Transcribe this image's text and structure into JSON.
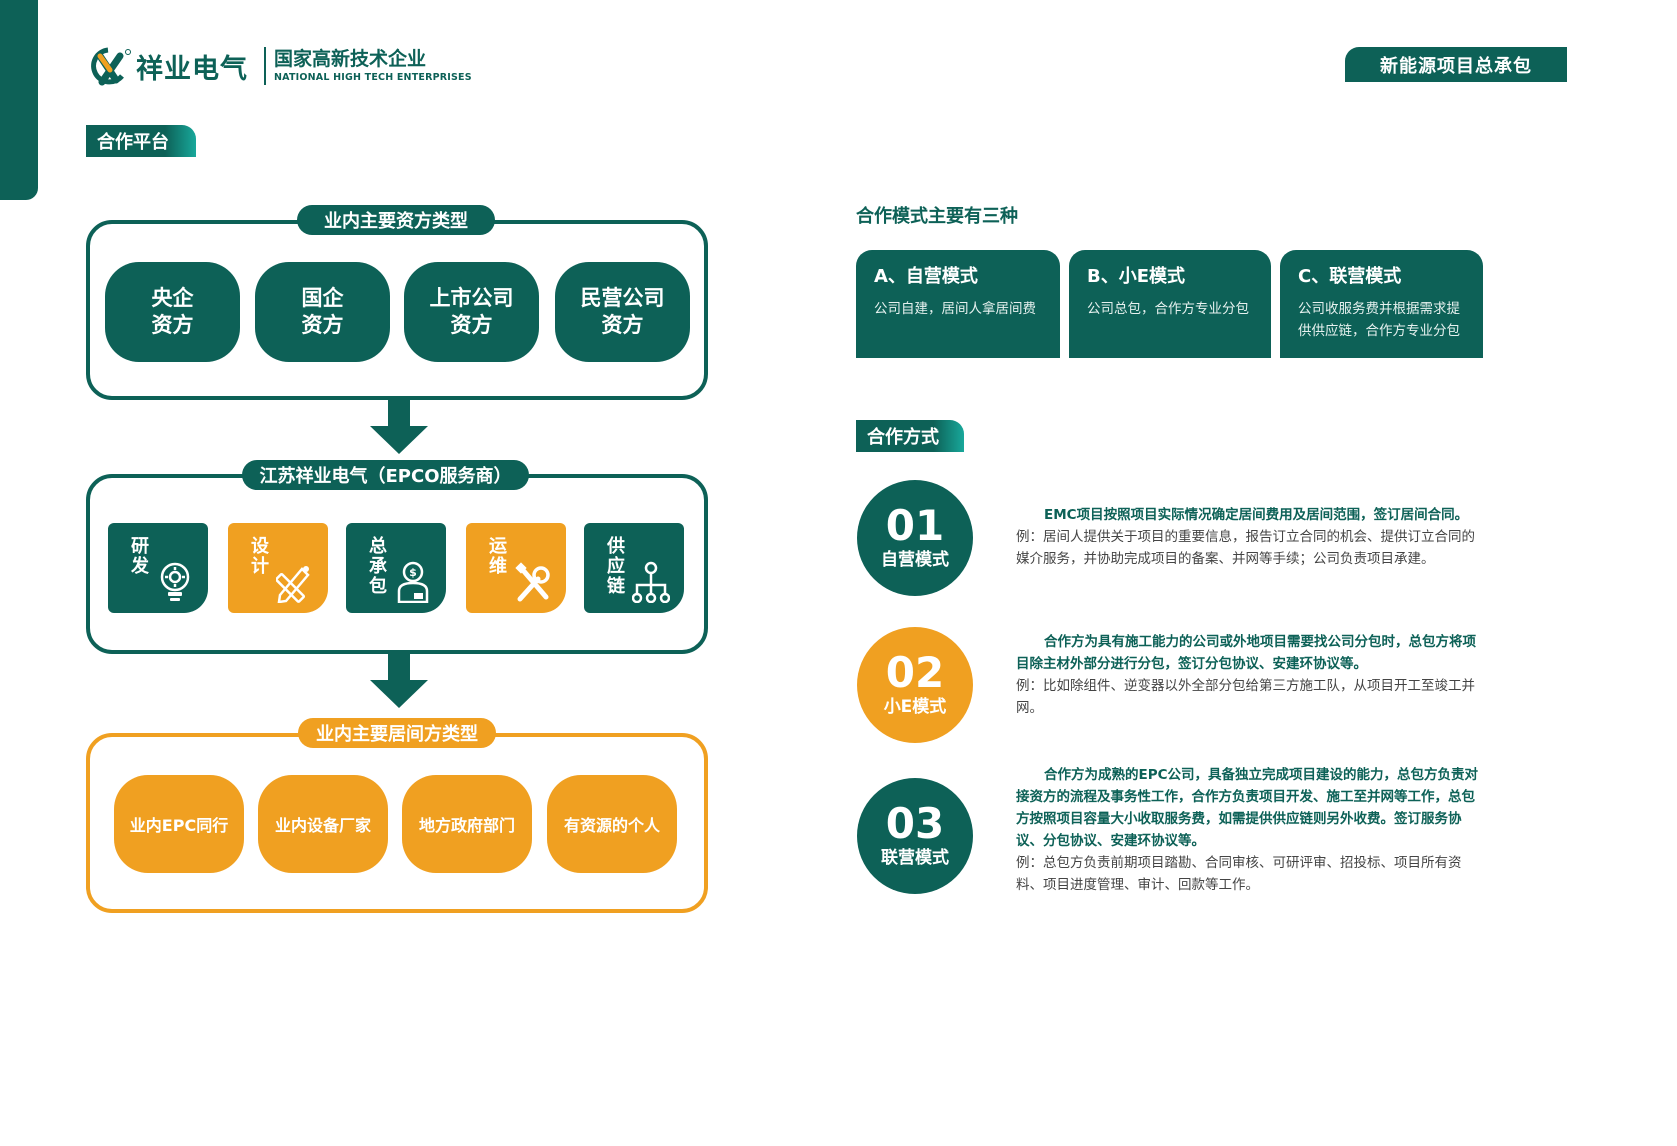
{
  "brand": {
    "name": "祥业电气",
    "tagline_cn": "国家高新技术企业",
    "tagline_en": "NATIONAL HIGH TECH ENTERPRISES"
  },
  "header_tab": "新能源项目总承包",
  "section_platform": "合作平台",
  "investor": {
    "label": "业内主要资方类型",
    "items": [
      "央企\n资方",
      "国企\n资方",
      "上市公司\n资方",
      "民营公司\n资方"
    ]
  },
  "provider": {
    "label": "江苏祥业电气（EPCO服务商）",
    "services": [
      {
        "text": "研发",
        "icon": "lightbulb-gear-icon"
      },
      {
        "text": "设计",
        "icon": "pencil-ruler-icon"
      },
      {
        "text": "总承包",
        "icon": "person-money-icon"
      },
      {
        "text": "运维",
        "icon": "wrench-screwdriver-icon"
      },
      {
        "text": "供应链",
        "icon": "network-tree-icon"
      }
    ]
  },
  "owner": {
    "label": "业内主要居间方类型",
    "items": [
      "业内EPC同行",
      "业内设备厂家",
      "地方政府部门",
      "有资源的个人"
    ]
  },
  "modes": {
    "heading": "合作模式主要有三种",
    "cards": [
      {
        "title": "A、自营模式",
        "desc": "公司自建，居间人拿居间费"
      },
      {
        "title": "B、小E模式",
        "desc": "公司总包，合作方专业分包"
      },
      {
        "title": "C、联营模式",
        "desc": "公司收服务费并根据需求提供供应链，合作方专业分包"
      }
    ]
  },
  "section_method": "合作方式",
  "methods": [
    {
      "num": "01",
      "label": "自营模式",
      "lead": "EMC项目按照项目实际情况确定居间费用及居间范围，签订居间合同。",
      "example": "例：居间人提供关于项目的重要信息，报告订立合同的机会、提供订立合同的媒介服务，并协助完成项目的备案、并网等手续；公司负责项目承建。"
    },
    {
      "num": "02",
      "label": "小E模式",
      "lead": "合作方为具有施工能力的公司或外地项目需要找公司分包时，总包方将项目除主材外部分进行分包，签订分包协议、安建环协议等。",
      "example": "例：比如除组件、逆变器以外全部分包给第三方施工队，从项目开工至竣工并网。"
    },
    {
      "num": "03",
      "label": "联营模式",
      "lead": "合作方为成熟的EPC公司，具备独立完成项目建设的能力，总包方负责对接资方的流程及事务性工作，合作方负责项目开发、施工至并网等工作，总包方按照项目容量大小收取服务费，如需提供供应链则另外收费。签订服务协议、分包协议、安建环协议等。",
      "example": "例：总包方负责前期项目踏勘、合同审核、可研评审、招投标、项目所有资料、项目进度管理、审计、回款等工作。"
    }
  ],
  "colors": {
    "primary": "#0d6157",
    "accent": "#f0a021"
  }
}
